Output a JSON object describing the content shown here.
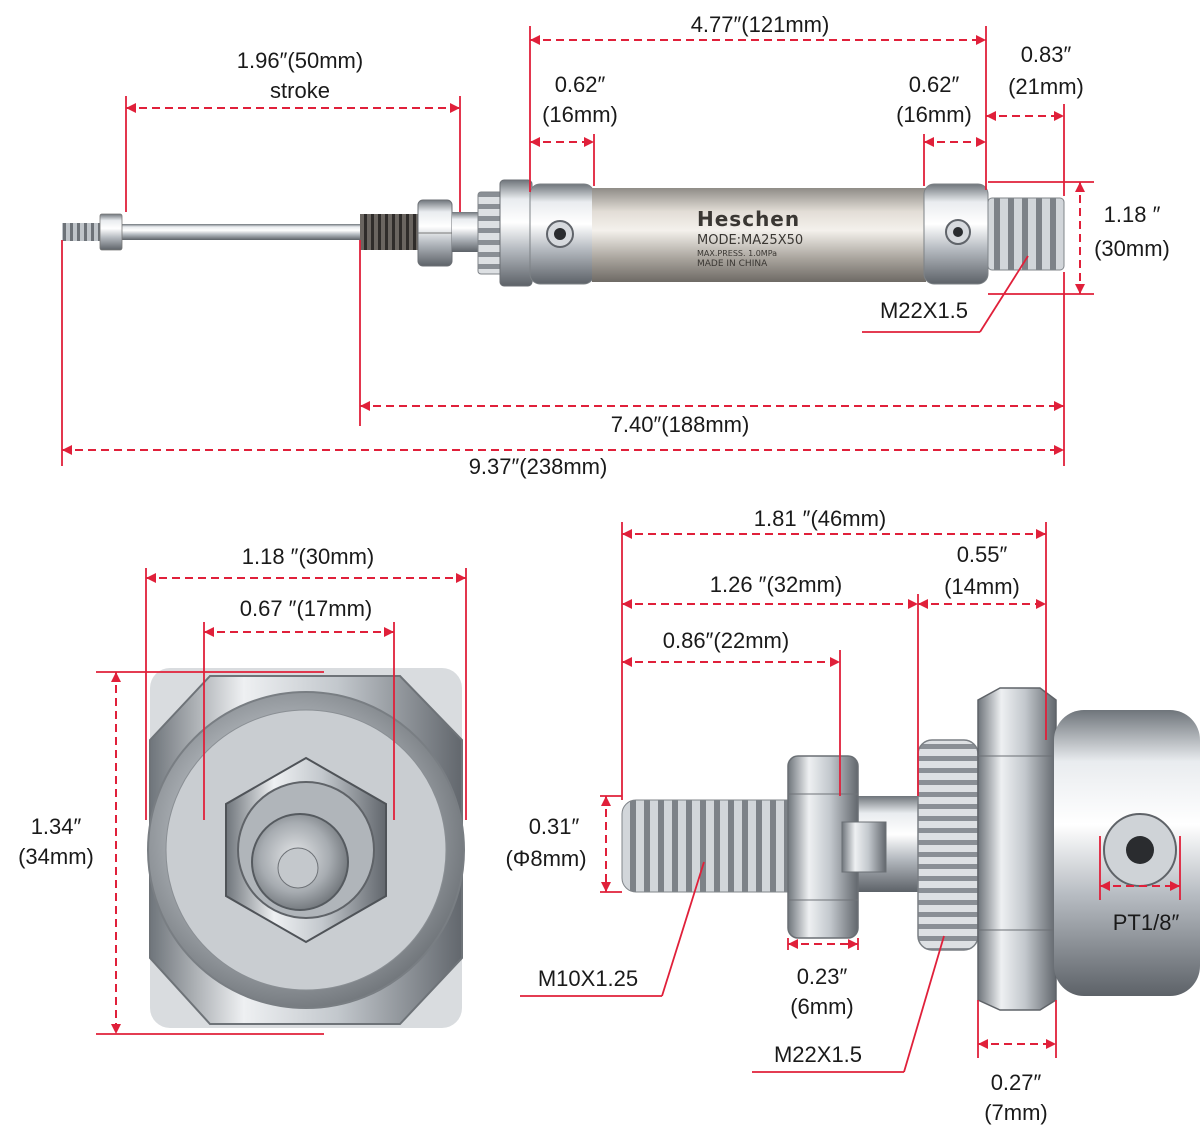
{
  "colors": {
    "dimension": "#e0203a",
    "steel": "#b9bec4",
    "background": "#ffffff"
  },
  "top_view": {
    "stroke": {
      "value": "1.96″(50mm)",
      "label": "stroke"
    },
    "body_length": "4.77″(121mm)",
    "front_cap": {
      "inch": "0.62″",
      "mm": "(16mm)"
    },
    "rear_cap": {
      "inch": "0.62″",
      "mm": "(16mm)"
    },
    "rear_thread_len": {
      "inch": "0.83″",
      "mm": "(21mm)"
    },
    "height": {
      "inch": "1.18 ″",
      "mm": "(30mm)"
    },
    "rear_thread": "M22X1.5",
    "mount_length": "7.40″(188mm)",
    "total_length": "9.37″(238mm)",
    "branding": {
      "brand": "Heschen",
      "model": "MODE:MA25X50",
      "pressure": "MAX.PRESS. 1.0MPa",
      "origin": "MADE IN CHINA"
    }
  },
  "end_view": {
    "width": "1.18 ″(30mm)",
    "hex": "0.67 ″(17mm)",
    "height": {
      "inch": "1.34″",
      "mm": "(34mm)"
    }
  },
  "detail_view": {
    "overall": "1.81 ″(46mm)",
    "rod_to_nut": "1.26 ″(32mm)",
    "thread_len": "0.86″(22mm)",
    "nut_len": {
      "inch": "0.55″",
      "mm": "(14mm)"
    },
    "rod_dia": {
      "inch": "0.31″",
      "mm": "(Φ8mm)"
    },
    "rod_thread": "M10X1.25",
    "jam_nut": {
      "inch": "0.23″",
      "mm": "(6mm)"
    },
    "front_thread": "M22X1.5",
    "port": "PT1/8″",
    "cap_nut": {
      "inch": "0.27″",
      "mm": "(7mm)"
    }
  }
}
